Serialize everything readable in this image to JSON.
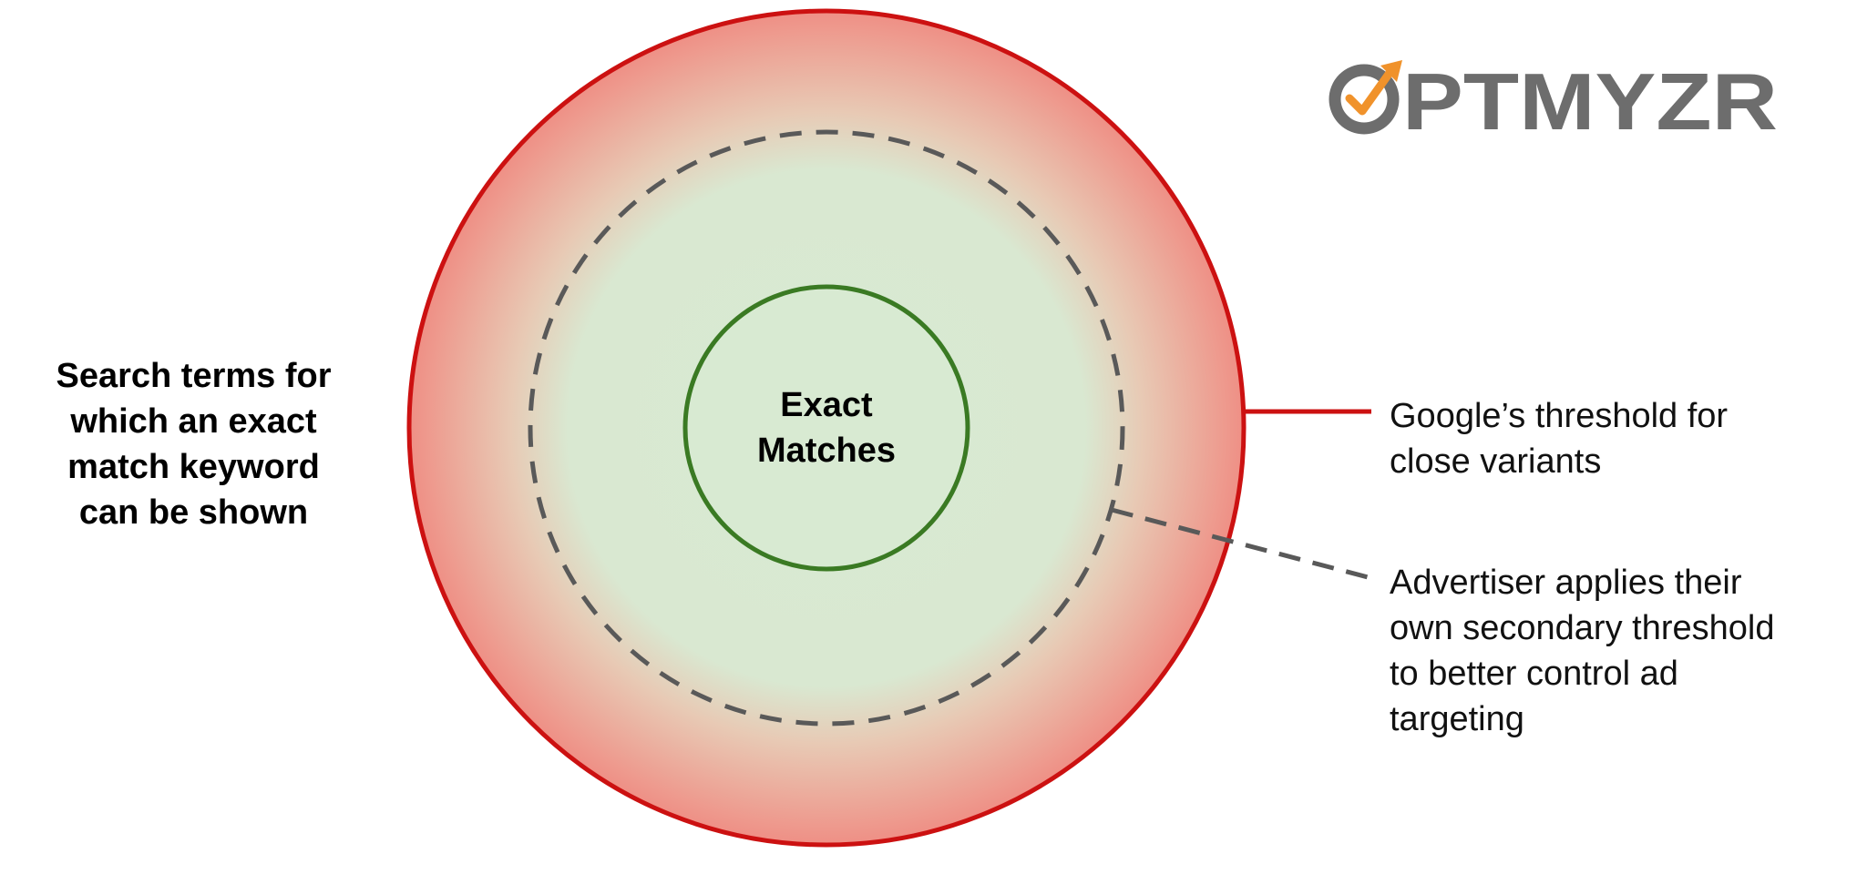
{
  "diagram": {
    "left_label": "Search terms for\nwhich an exact\nmatch keyword\ncan be shown",
    "center_label": "Exact\nMatches",
    "callouts": {
      "google_threshold": "Google’s threshold for\nclose variants",
      "advertiser_threshold": "Advertiser applies their\nown secondary threshold\nto better control ad\ntargeting"
    }
  },
  "logo": {
    "text": "OPTMYZR",
    "text_color": "#6d6d6d",
    "accent_color": "#f0922b"
  },
  "colors": {
    "outer_border": "#cc1111",
    "outer_fill_edge": "#ef8f85",
    "inner_fill": "#d8ead2",
    "dashed_line": "#595959",
    "inner_border": "#3a7a23",
    "callout_line_red": "#cc1111"
  }
}
